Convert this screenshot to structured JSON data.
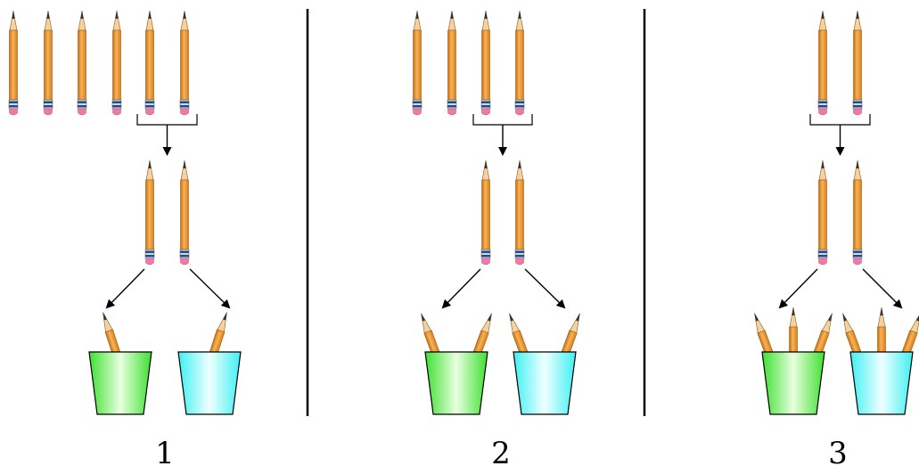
{
  "panels": [
    {
      "label": "1",
      "top_pencils": 6,
      "pencils_per_cup": 1
    },
    {
      "label": "2",
      "top_pencils": 4,
      "pencils_per_cup": 2
    },
    {
      "label": "3",
      "top_pencils": 2,
      "pencils_per_cup": 3
    }
  ],
  "colors": {
    "pencil_wood": "#e8922a",
    "pencil_light": "#f7c88a",
    "ferrule_blue": "#1f4e8c",
    "eraser_pink": "#f07aa0",
    "cup_green": "#4fe040",
    "cup_cyan": "#45f2f5",
    "divider": "#000000"
  },
  "icons": [
    "pencil-icon",
    "cup-icon",
    "arrow-icon",
    "bracket-icon"
  ]
}
